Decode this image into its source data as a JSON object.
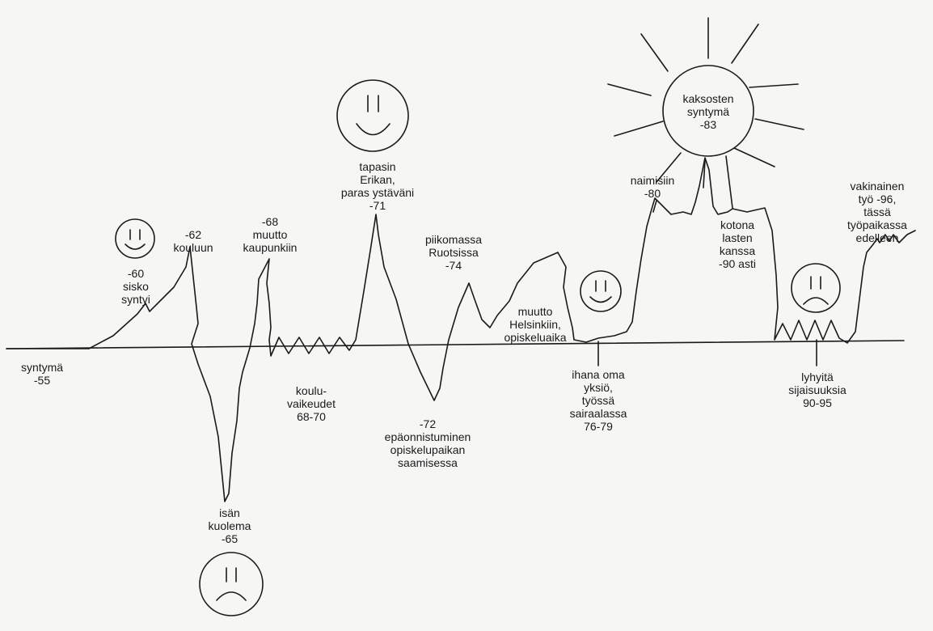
{
  "diagram": {
    "labels": {
      "birth": "syntymä\n-55",
      "sister": "-60\nsisko\nsyntyi",
      "school": "-62\nkouluun",
      "father_death": "isän\nkuolema\n-65",
      "move_city": "-68\nmuutto\nkaupunkiin",
      "school_troubles": "koulu-\nvaikeudet\n68-70",
      "met_erika": "tapasin\nErikan,\nparas ystäväni\n-71",
      "failed_admission": "-72\nepäonnistuminen\nopiskelupaikan\nsaamisessa",
      "au_pair": "piikomassa\nRuotsissa\n-74",
      "move_helsinki": "muutto\nHelsinkiin,\nopiskeluaika",
      "own_flat": "ihana oma\nyksiö,\ntyössä\nsairaalassa\n76-79",
      "married": "naimisiin\n-80",
      "twins": "kaksosten\nsyntymä\n-83",
      "home_kids": "kotona\nlasten\nkanssa\n-90 asti",
      "short_temps": "lyhyitä\nsijaisuuksia\n90-95",
      "permanent_job": "vakinainen\ntyö -96,\ntässä työpaikassa\nedelleen"
    },
    "icons": {
      "smiley_sister": "happy-face-icon",
      "smiley_erika": "happy-face-icon",
      "smiley_flat": "happy-face-icon",
      "frown_father": "sad-face-icon",
      "frown_temps": "sad-face-icon",
      "sun_twins": "sun-icon"
    },
    "colors": {
      "ink": "#1a1a1a",
      "paper": "#f6f6f4"
    }
  }
}
